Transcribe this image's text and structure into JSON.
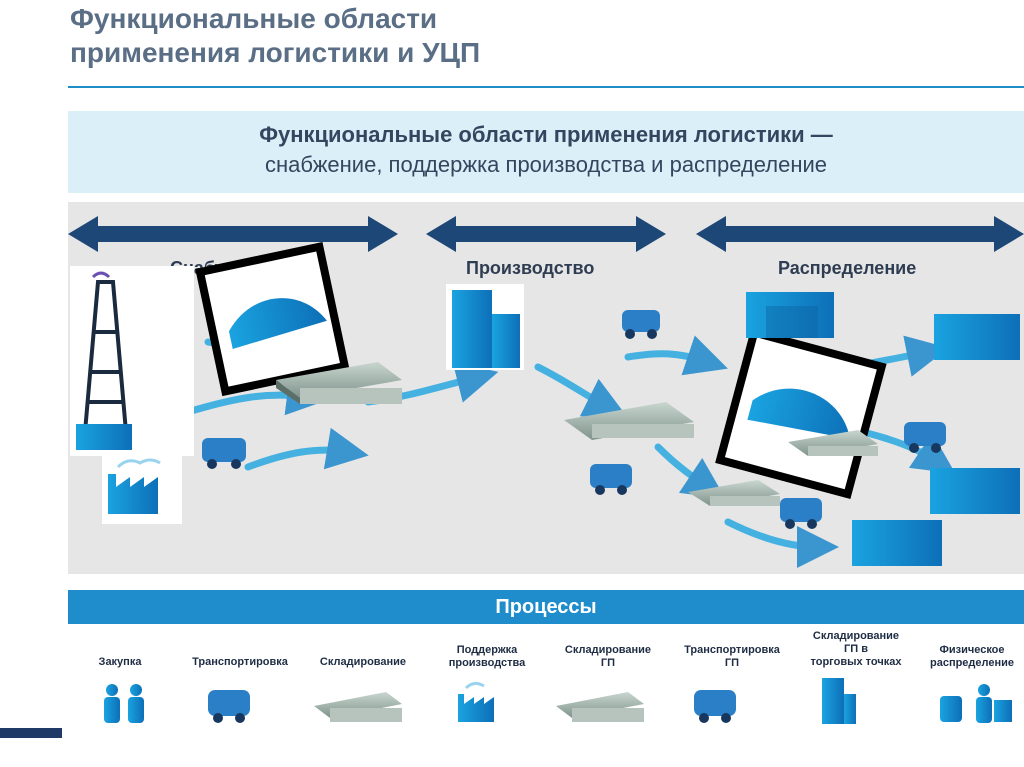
{
  "slide": {
    "title_line1": "Функциональные области",
    "title_line2": "применения логистики и УЦП"
  },
  "subtitle": {
    "line1": "Функциональные области применения логистики —",
    "line2": "снабжение, поддержка производства и распределение"
  },
  "stages": [
    {
      "label": "Снабжение"
    },
    {
      "label": "Производство"
    },
    {
      "label": "Распределение"
    }
  ],
  "processes_header": "Процессы",
  "processes": [
    {
      "label": "Закупка",
      "icon": "people-icon"
    },
    {
      "label": "Транспортировка",
      "icon": "truck-icon"
    },
    {
      "label": "Складирование",
      "icon": "warehouse-icon"
    },
    {
      "label": "Поддержка\nпроизводства",
      "icon": "factory-icon"
    },
    {
      "label": "Складирование\nГП",
      "icon": "warehouse-icon"
    },
    {
      "label": "Транспортировка\nГП",
      "icon": "truck-icon"
    },
    {
      "label": "Складирование\nГП в\nторговых точках",
      "icon": "building-icon"
    },
    {
      "label": "Физическое\nраспределение",
      "icon": "delivery-icon"
    }
  ],
  "colors": {
    "accent": "#1f8ccc",
    "arrow_dark": "#1d4777",
    "icon_blue": "#2aa8e0",
    "background_gray": "#e6e6e6",
    "subtitle_bg": "#dbeff9"
  }
}
